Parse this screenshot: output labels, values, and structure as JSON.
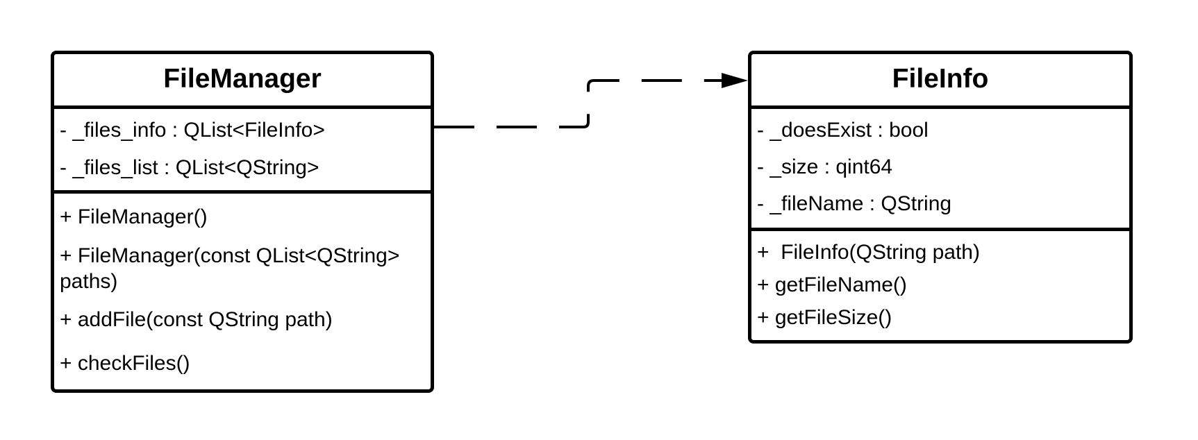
{
  "diagram": {
    "classes": [
      {
        "name": "FileManager",
        "attributes": [
          "- _files_info : QList<FileInfo>",
          "- _files_list : QList<QString>"
        ],
        "operations": [
          "+ FileManager()",
          "+ FileManager(const QList<QString> paths)",
          "+ addFile(const QString path)",
          "+ checkFiles()"
        ]
      },
      {
        "name": "FileInfo",
        "attributes": [
          "- _doesExist : bool",
          "- _size : qint64",
          "- _fileName : QString"
        ],
        "operations": [
          "+  FileInfo(QString path)",
          "+ getFileName()",
          "+ getFileSize()"
        ]
      }
    ],
    "relations": [
      {
        "from": "FileManager",
        "to": "FileInfo",
        "line": "dashed",
        "head": "filled-arrow"
      }
    ],
    "colors": {
      "stroke": "#000000",
      "background": "#ffffff"
    }
  }
}
